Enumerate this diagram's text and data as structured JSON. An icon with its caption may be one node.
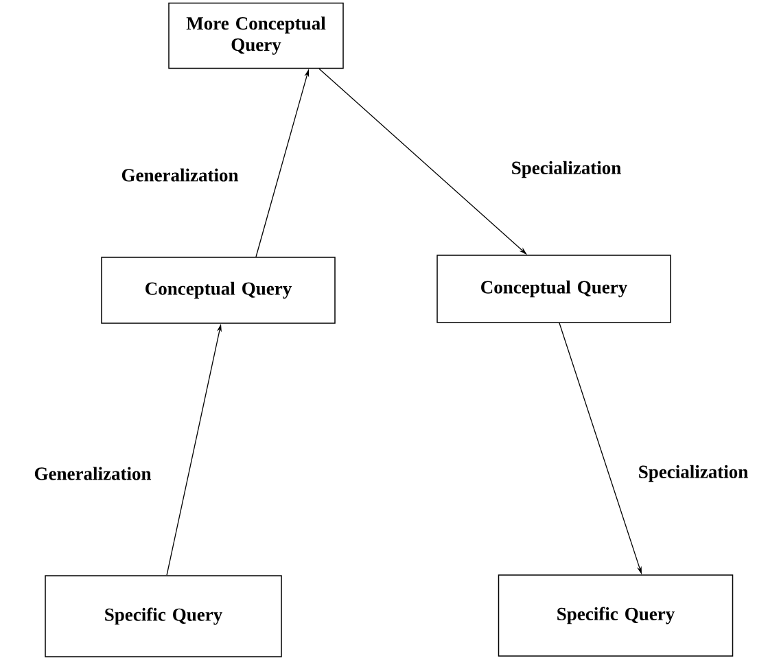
{
  "diagram": {
    "nodes": [
      {
        "text": [
          "More Conceptual Query"
        ]
      },
      {
        "text": [
          "Conceptual Query"
        ]
      },
      {
        "text": [
          "Conceptual Query"
        ]
      },
      {
        "text": [
          "Specific Query"
        ]
      },
      {
        "text": [
          "Specific Query"
        ]
      }
    ],
    "edges": [
      {
        "from": 1,
        "to": 0,
        "arrow": "to",
        "label": "Generalization"
      },
      {
        "from": 3,
        "to": 1,
        "arrow": "to",
        "label": "Generalization"
      },
      {
        "from": 0,
        "to": 2,
        "arrow": "to",
        "label": "Specialization"
      },
      {
        "from": 2,
        "to": 4,
        "arrow": "to",
        "label": "Specialization"
      }
    ]
  }
}
